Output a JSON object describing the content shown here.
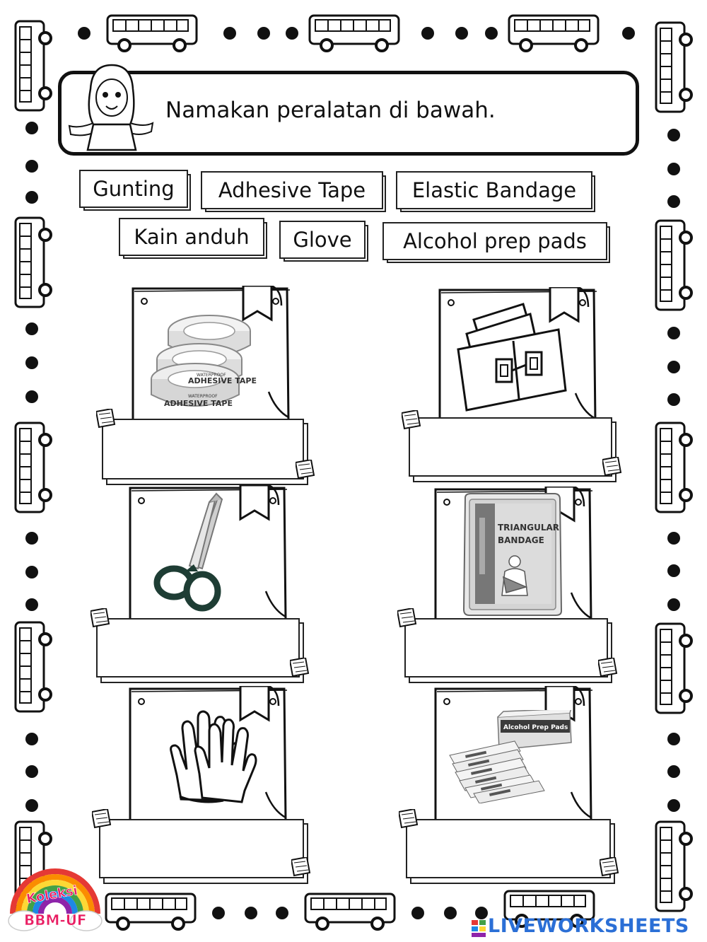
{
  "instruction": "Namakan peralatan di bawah.",
  "word_bank": {
    "items": [
      "Gunting",
      "Adhesive Tape",
      "Elastic Bandage",
      "Kain anduh",
      "Glove",
      "Alcohol prep pads"
    ]
  },
  "cards": {
    "tape": {
      "line1": "WATERPROOF",
      "line2": "ADHESIVE TAPE"
    },
    "triangular": {
      "line1": "TRIANGULAR",
      "line2": "BANDAGE"
    },
    "prep": {
      "label": "Alcohol Prep Pads"
    }
  },
  "answers": {
    "a1": "",
    "a2": "",
    "a3": "",
    "a4": "",
    "a5": "",
    "a6": ""
  },
  "logo": {
    "line1": "Koleksi",
    "line2": "BBM-UF"
  },
  "brand": {
    "name": "LIVEWORKSHEETS",
    "color": "#2b6fd6"
  }
}
